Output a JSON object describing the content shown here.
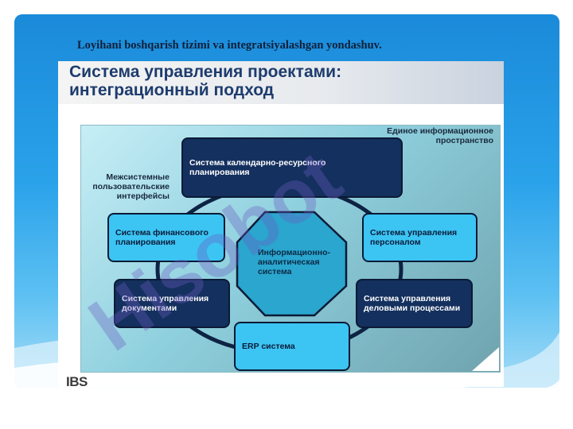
{
  "slide": {
    "subtitle": "Loyihani boshqarish tizimi va integratsiyalashgan yondashuv."
  },
  "panel": {
    "title_line1": "Система управления проектами:",
    "title_line2": "интеграционный подход",
    "logo": "IBS"
  },
  "diagram": {
    "space_label": "Единое информационное пространство",
    "interfaces_label": "Межсистемные пользовательские интерфейсы",
    "center": "Информационно-аналитическая система",
    "boxes": {
      "calendar": "Система календарно-ресурсного планирования",
      "finance": "Система финансового планирования",
      "personnel": "Система управления персоналом",
      "documents": "Система управления документами",
      "business": "Система управления деловыми процессами",
      "erp": "ERP система"
    }
  },
  "colors": {
    "dark_box": "#14305e",
    "light_box": "#3cc4f3",
    "octagon": "#2aa6cf"
  },
  "watermark": {
    "text": "Hisobot"
  }
}
